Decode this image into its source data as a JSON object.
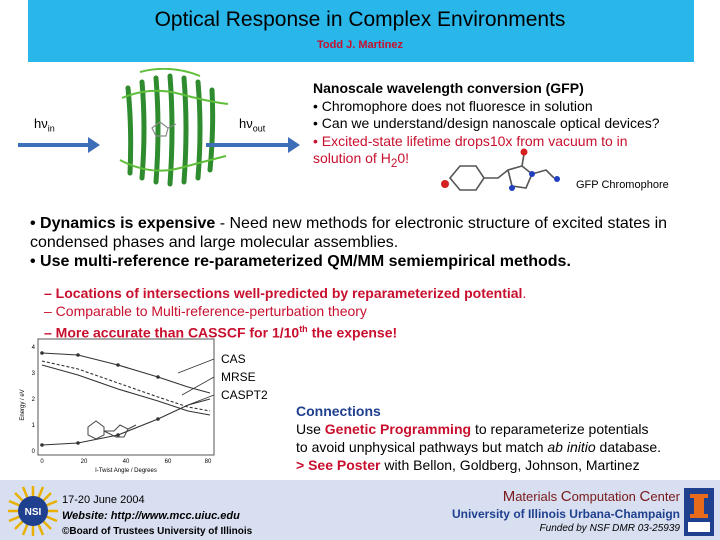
{
  "header": {
    "title": "Optical Response in Complex Environments",
    "author": "Todd J. Martinez"
  },
  "figure": {
    "hv_in_base": "hν",
    "hv_in_sub": "in",
    "hv_out_base": "hν",
    "hv_out_sub": "out"
  },
  "gfp": {
    "heading": "Nanoscale wavelength conversion (GFP)",
    "bullet1": "• Chromophore does not fluoresce in solution",
    "bullet2": "• Can we understand/design nanoscale optical devices?",
    "bullet3_a": "• Excited-state lifetime drops10x from vacuum to in",
    "bullet3_b_pre": "solution of H",
    "bullet3_b_sub": "2",
    "bullet3_b_post": "0!",
    "caption": "GFP Chromophore"
  },
  "main": {
    "b1_bold": "• Dynamics is expensive",
    "b1_rest": " - Need new methods for electronic structure of excited states in condensed phases and large molecular assemblies.",
    "b2": "• Use multi-reference re-parameterized QM/MM semiempirical methods."
  },
  "sub": {
    "s1_bold": "– Locations of intersections well-predicted by reparameterized potential",
    "s1_end": ".",
    "s2": "– Comparable to Multi-reference-perturbation theory",
    "s3_pre": "– More accurate than CASSCF for  1/10",
    "s3_sup": "th",
    "s3_post": " the expense!"
  },
  "plot": {
    "legend": [
      "CAS",
      "MRSE",
      "CASPT2"
    ],
    "ylabel": "Energy / eV",
    "xlabel": "I-Twist Angle / Degrees",
    "yticks": [
      "4",
      "3",
      "2",
      "1",
      "0"
    ],
    "xticks": [
      "0",
      "20",
      "40",
      "60",
      "80"
    ]
  },
  "connections": {
    "title": "Connections",
    "l1_pre": "Use ",
    "l1_red": "Genetic Programming",
    "l1_post": " to reparameterize potentials",
    "l2_pre": "to avoid unphysical pathways but match ",
    "l2_it": "ab initio",
    "l2_post": " database.",
    "l3_red": "> See Poster",
    "l3_post": " with Bellon, Goldberg, Johnson, Martinez"
  },
  "footer": {
    "logo_text": "NSI",
    "date": "17-20 June 2004",
    "website": "Website:  http://www.mcc.uiuc.edu",
    "copyright": "©Board of Trustees University of Illinois",
    "center_M": "M",
    "center_aterials": "aterials ",
    "center_C": "C",
    "center_omputation": "omputation ",
    "center_C2": "C",
    "center_enter": "enter",
    "university": "University of Illinois Urbana-Champaign",
    "funding": "Funded by NSF DMR 03-25939"
  },
  "colors": {
    "header_bg": "#29b6e8",
    "accent_red": "#c8102e",
    "arrow_blue": "#3d6fb8",
    "protein_green": "#2e8b2e",
    "footer_bg": "#d7dff0"
  }
}
